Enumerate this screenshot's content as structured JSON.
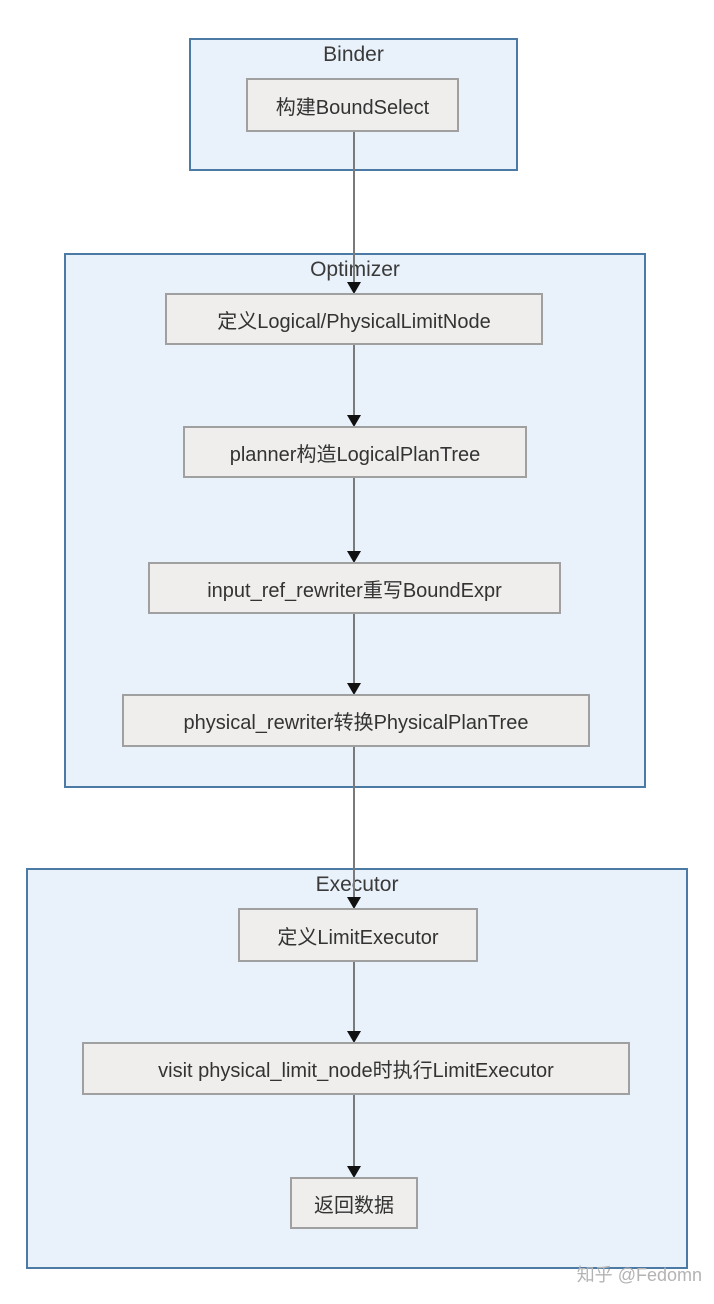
{
  "diagram": {
    "groups": [
      {
        "title": "Binder",
        "nodes": [
          {
            "label": "构建BoundSelect"
          }
        ]
      },
      {
        "title": "Optimizer",
        "nodes": [
          {
            "label": "定义Logical/PhysicalLimitNode"
          },
          {
            "label": "planner构造LogicalPlanTree"
          },
          {
            "label": "input_ref_rewriter重写BoundExpr"
          },
          {
            "label": "physical_rewriter转换PhysicalPlanTree"
          }
        ]
      },
      {
        "title": "Executor",
        "nodes": [
          {
            "label": "定义LimitExecutor"
          },
          {
            "label": "visit physical_limit_node时执行LimitExecutor"
          },
          {
            "label": "返回数据"
          }
        ]
      }
    ],
    "watermark": "知乎 @Fedomn",
    "colors": {
      "group_border": "#4b7aa5",
      "group_fill": "#e9f1fb",
      "node_border": "#a0a0a0",
      "node_fill": "#efeeec",
      "text": "#333333",
      "title_text": "#3a3a3a",
      "connector": "#7a7a7a",
      "arrowhead": "#111111",
      "watermark": "#b3b3b3"
    }
  }
}
